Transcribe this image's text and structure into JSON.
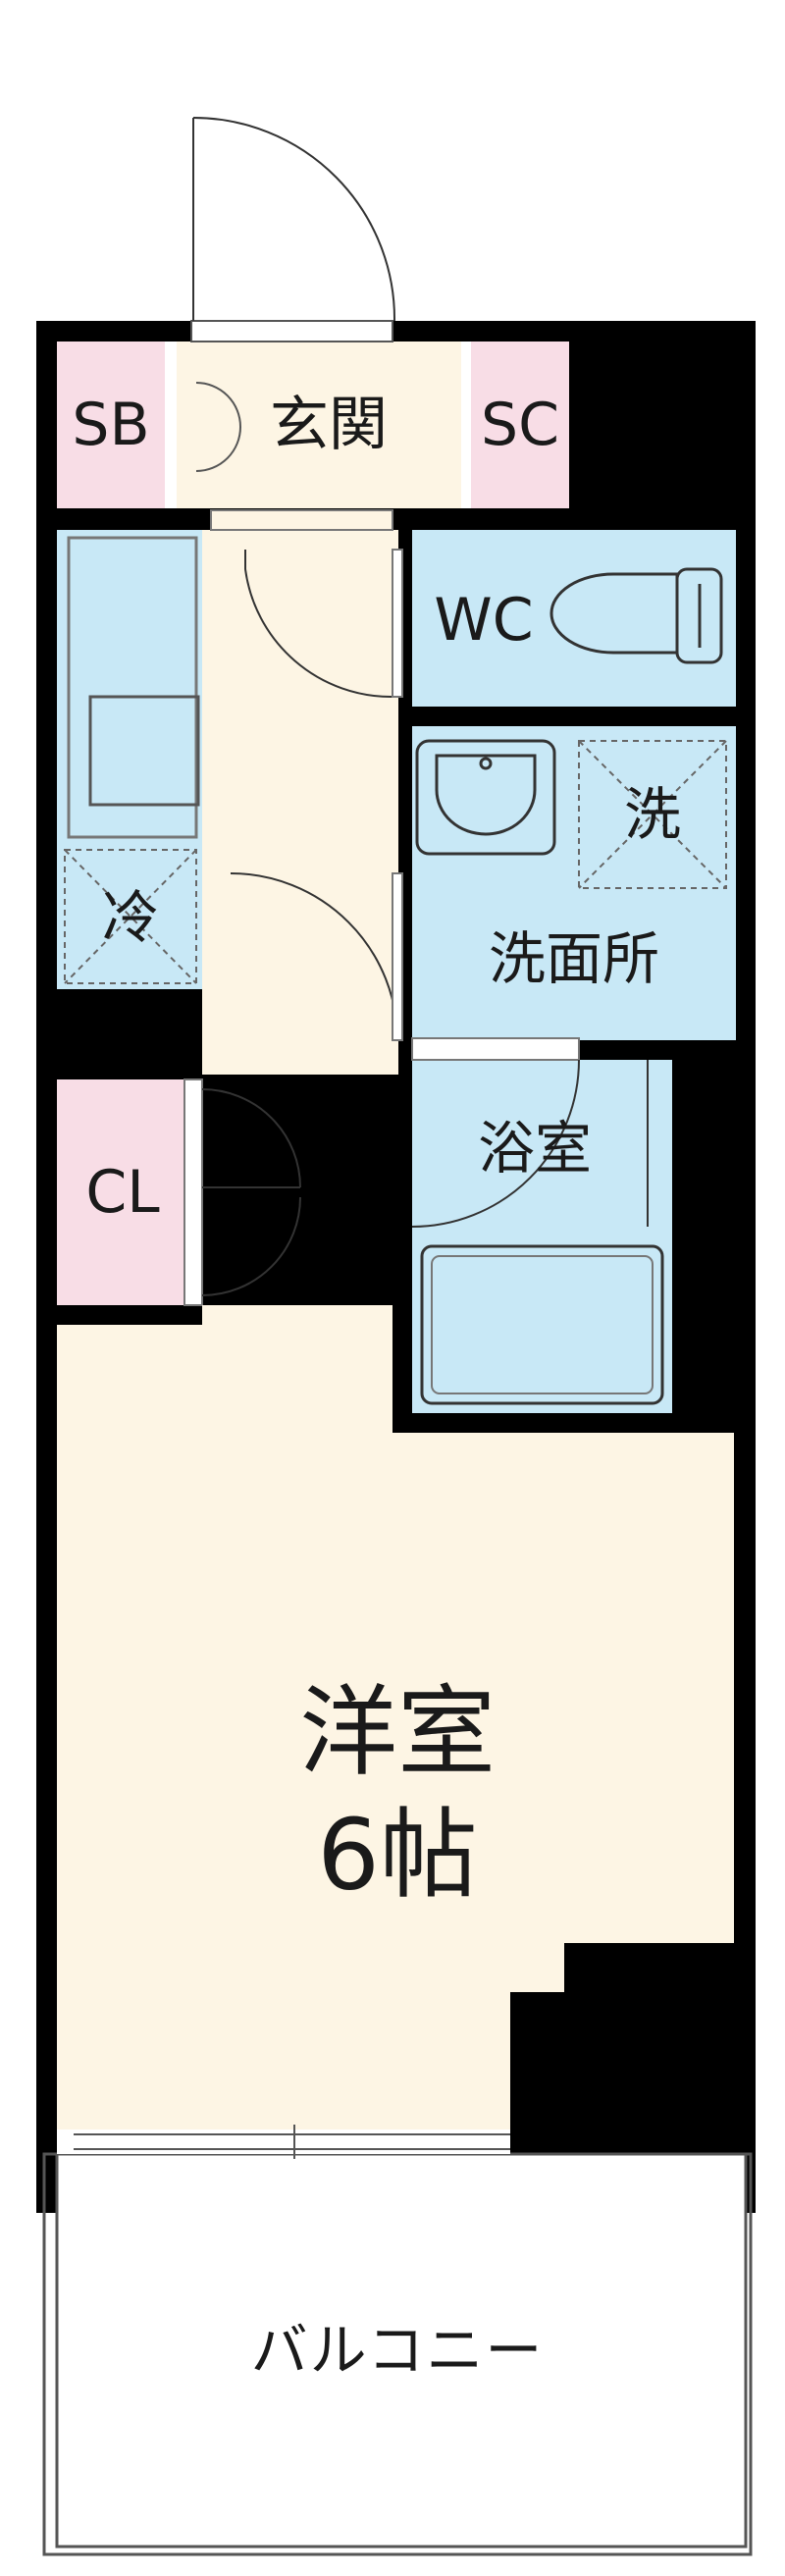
{
  "rooms": {
    "shoe_box": "SB",
    "entrance": "玄関",
    "storage_closet": "SC",
    "toilet": "WC",
    "fridge": "冷",
    "washer": "洗",
    "washroom": "洗面所",
    "bath": "浴室",
    "closet": "CL",
    "main_room_name": "洋室",
    "main_room_size": "6帖",
    "balcony": "バルコニー"
  },
  "colors": {
    "wall": "#000000",
    "floor": "#fdf5e4",
    "wet_area": "#c8e8f6",
    "storage": "#f8dde6",
    "balcony": "#ffffff"
  }
}
